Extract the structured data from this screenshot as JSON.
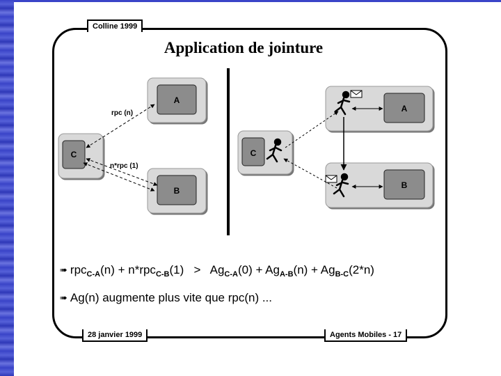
{
  "header_tag": "Colline 1999",
  "title": "Application de jointure",
  "footer_date": "28 janvier 1999",
  "footer_page": "Agents Mobiles - 17",
  "left_diagram": {
    "node_a": "A",
    "node_b": "B",
    "node_c": "C",
    "label_rpc": "rpc (n)",
    "label_nrpc": "n*rpc (1)"
  },
  "right_diagram": {
    "node_a": "A",
    "node_b": "B",
    "node_c": "C"
  },
  "bullets": {
    "b1": {
      "glyph": "➠",
      "t1": "rpc",
      "s1": "C-A",
      "t2": "(n) + n*rpc",
      "s2": "C-B",
      "t3": "(1)   >   Ag",
      "s3": "C-A",
      "t4": "(0) + Ag",
      "s4": "A-B",
      "t5": "(n) + Ag",
      "s5": "B-C",
      "t6": "(2*n)"
    },
    "b2": {
      "glyph": "➠",
      "text": "Ag(n) augmente plus vite que rpc(n) ..."
    }
  },
  "colors": {
    "box_outer": "#d9d9d9",
    "box_inner": "#8c8c8c",
    "strip": "#3a44c8"
  }
}
